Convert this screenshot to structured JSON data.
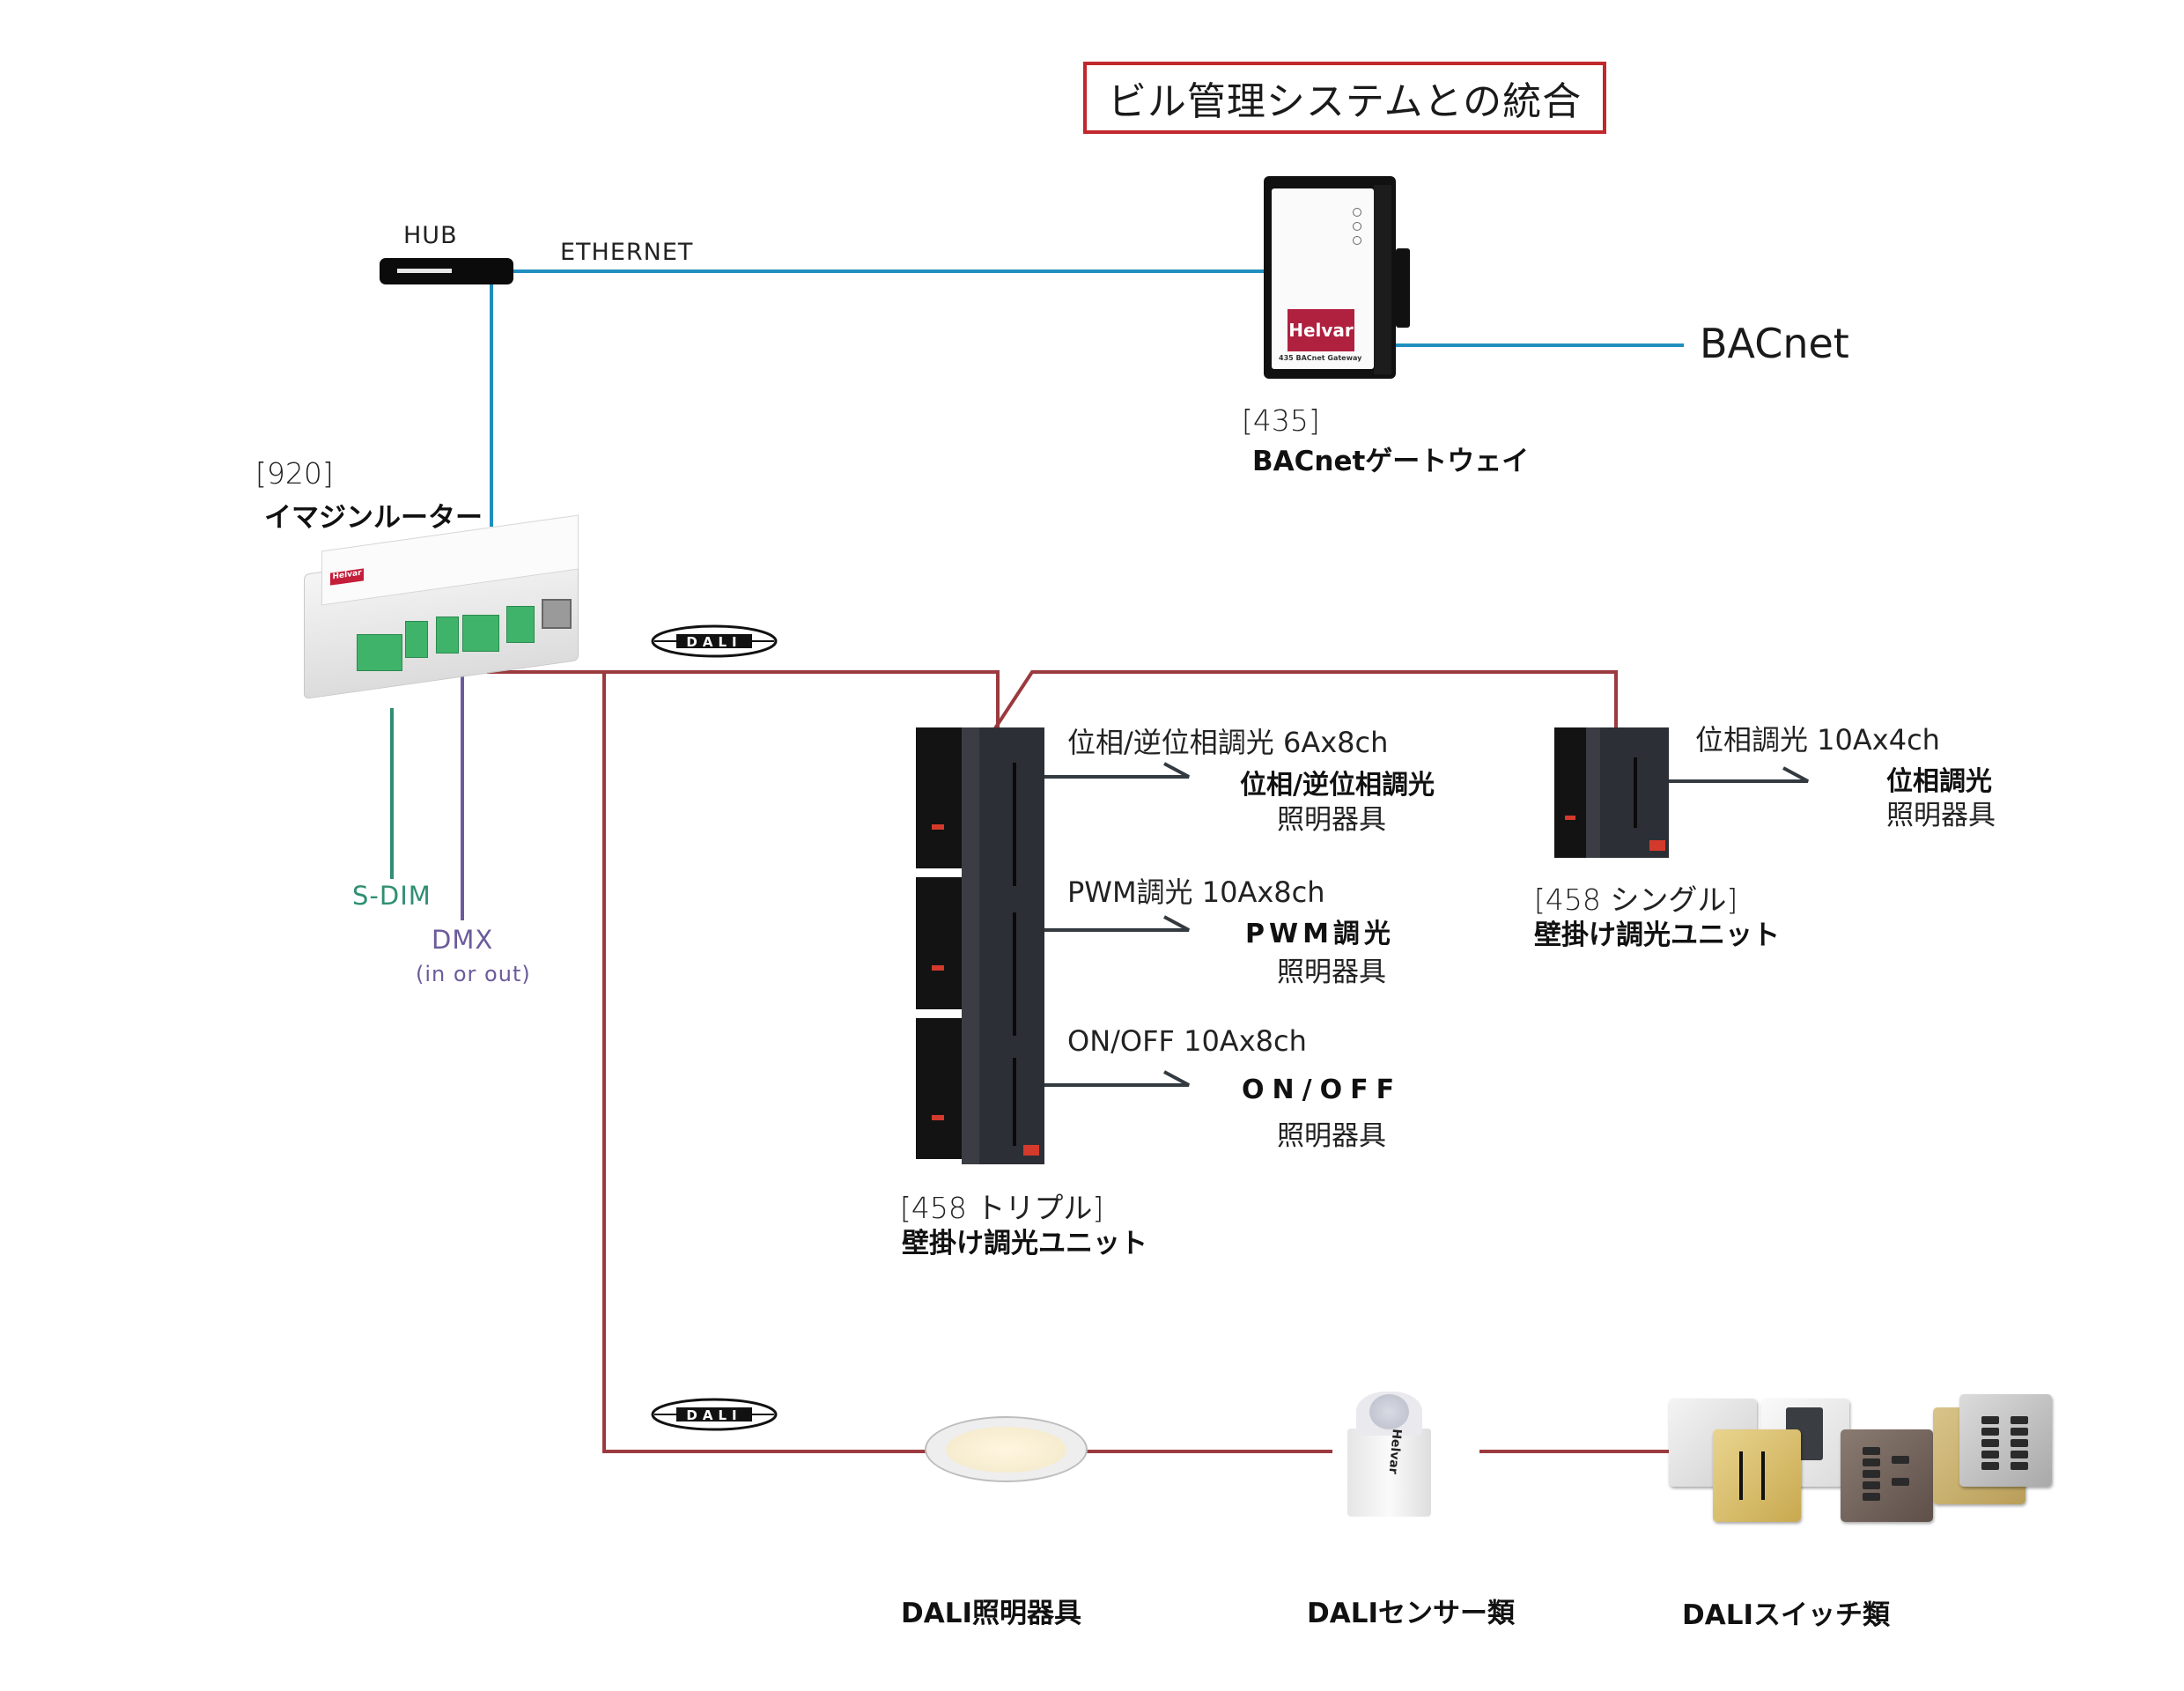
{
  "title": "ビル管理システムとの統合",
  "network": {
    "hub_label": "HUB",
    "ethernet_label": "ETHERNET",
    "bacnet_label": "BACnet"
  },
  "gateway": {
    "code": "[435]",
    "name": "BACnetゲートウェイ",
    "brand": "Helvar",
    "model_print": "435 BACnet Gateway"
  },
  "router": {
    "code": "[920]",
    "name": "イマジンルーター",
    "brand": "Helvar"
  },
  "router_outputs": {
    "sdim_label": "S-DIM",
    "dmx_label": "DMX",
    "dmx_note": "(in or out)"
  },
  "dali_badge_text": "DALI",
  "triple_unit": {
    "code": "[458 トリプル]",
    "name": "壁掛け調光ユニット",
    "channels": [
      {
        "spec": "位相/逆位相調光 6Ax8ch",
        "target_type": "位相/逆位相調光",
        "target": "照明器具"
      },
      {
        "spec": "PWM調光 10Ax8ch",
        "target_type": "PWM調光",
        "target": "照明器具"
      },
      {
        "spec": "ON/OFF 10Ax8ch",
        "target_type": "ON/OFF",
        "target": "照明器具"
      }
    ]
  },
  "single_unit": {
    "code": "[458 シングル]",
    "name": "壁掛け調光ユニット",
    "channel": {
      "spec": "位相調光 10Ax4ch",
      "target_type": "位相調光",
      "target": "照明器具"
    }
  },
  "dali_devices": [
    {
      "label": "DALI照明器具"
    },
    {
      "label": "DALIセンサー類"
    },
    {
      "label": "DALIスイッチ類"
    }
  ],
  "colors": {
    "title_border": "#c0282d",
    "ethernet": "#1f8fbf",
    "dali": "#9b3a3f",
    "sdim": "#2f8f72",
    "dmx": "#6b5b9a",
    "arrow": "#333a40",
    "helvar_brand": "#b0203f"
  }
}
